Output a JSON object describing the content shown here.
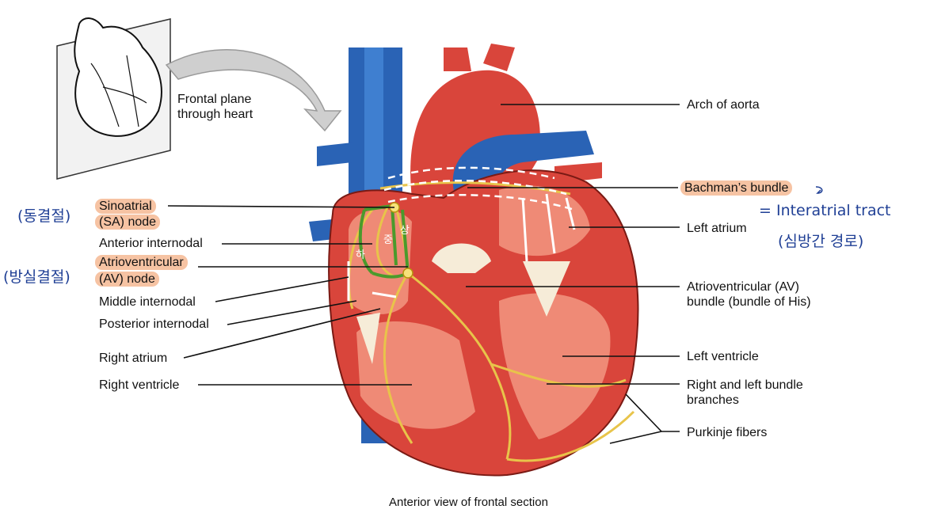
{
  "inset": {
    "caption_line1": "Frontal plane",
    "caption_line2": "through heart"
  },
  "labels": {
    "arch_of_aorta": "Arch of aorta",
    "bachmans_bundle": "Bachman’s bundle",
    "left_atrium": "Left atrium",
    "av_bundle_line1": "Atrioventricular (AV)",
    "av_bundle_line2": "bundle (bundle of His)",
    "left_ventricle": "Left ventricle",
    "bundle_branches_line1": "Right and left bundle",
    "bundle_branches_line2": "branches",
    "purkinje": "Purkinje fibers",
    "sa_node_line1": "Sinoatrial",
    "sa_node_line2": "(SA) node",
    "anterior_internodal": "Anterior internodal",
    "av_node_line1": "Atrioventricular",
    "av_node_line2": "(AV) node",
    "middle_internodal": "Middle internodal",
    "posterior_internodal": "Posterior internodal",
    "right_atrium": "Right atrium",
    "right_ventricle": "Right ventricle"
  },
  "annotations": {
    "sa_korean": "(동결절)",
    "av_korean": "(방실결절)",
    "interatrial": "= Interatrial tract",
    "interatrial_korean": "(심방간 경로)",
    "node_marks": [
      "상",
      "중",
      "하"
    ]
  },
  "caption": "Anterior view of frontal section",
  "colors": {
    "myocardium": "#d9453b",
    "chamber": "#ef8a76",
    "vessel_blue": "#2a63b5",
    "conduction": "#e8c44a",
    "highlight": "#f6c3a3",
    "handwriting": "#1f3f95"
  }
}
